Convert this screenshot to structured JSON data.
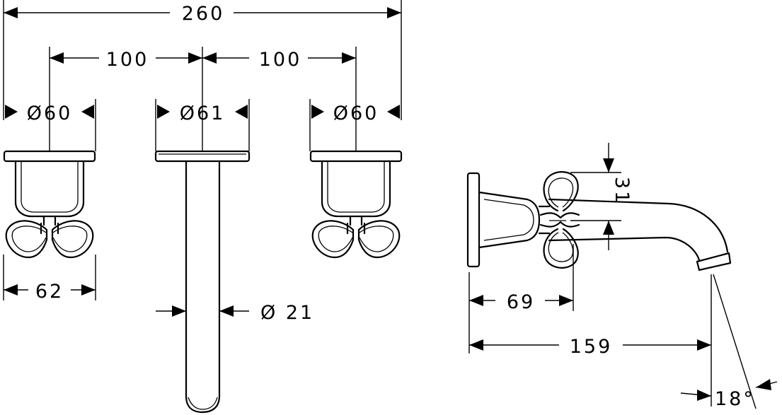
{
  "dimensions": {
    "overall_width": "260",
    "handle_spacing_left": "100",
    "handle_spacing_right": "100",
    "left_rosette_diameter": "Ø60",
    "spout_rosette_diameter": "Ø61",
    "right_rosette_diameter": "Ø60",
    "handle_width": "62",
    "spout_diameter": "Ø 21",
    "side_height": "31",
    "side_depth_handle": "69",
    "side_depth_spout": "159",
    "spout_angle": "18°"
  }
}
